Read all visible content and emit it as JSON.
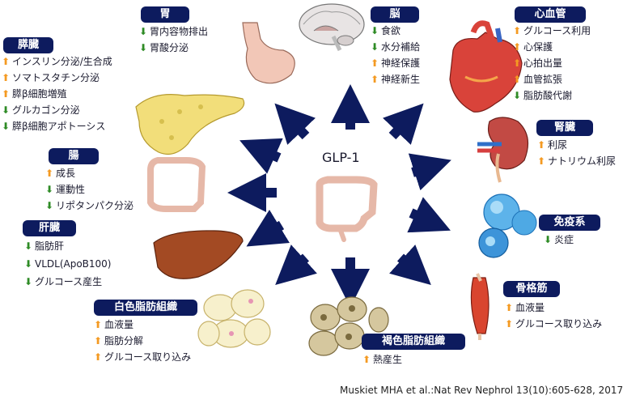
{
  "center": {
    "label": "GLP-1"
  },
  "organs": {
    "stomach": {
      "title": "胃",
      "effects": [
        {
          "dir": "down",
          "text": "胃内容物排出"
        },
        {
          "dir": "down",
          "text": "胃酸分泌"
        }
      ]
    },
    "brain": {
      "title": "脳",
      "effects": [
        {
          "dir": "down",
          "text": "食欲"
        },
        {
          "dir": "down",
          "text": "水分補給"
        },
        {
          "dir": "up",
          "text": "神経保護"
        },
        {
          "dir": "up",
          "text": "神経新生"
        }
      ]
    },
    "heart": {
      "title": "心血管",
      "effects": [
        {
          "dir": "up",
          "text": "グルコース利用"
        },
        {
          "dir": "up",
          "text": "心保護"
        },
        {
          "dir": "up",
          "text": "心拍出量"
        },
        {
          "dir": "up",
          "text": "血管拡張"
        },
        {
          "dir": "down",
          "text": "脂肪酸代謝"
        }
      ]
    },
    "pancreas": {
      "title": "膵臓",
      "effects": [
        {
          "dir": "up",
          "text": "インスリン分泌/生合成"
        },
        {
          "dir": "up",
          "text": "ソマトスタチン分泌"
        },
        {
          "dir": "up",
          "text": "膵β細胞増殖"
        },
        {
          "dir": "down",
          "text": "グルカゴン分泌"
        },
        {
          "dir": "down",
          "text": "膵β細胞アポトーシス"
        }
      ]
    },
    "kidney": {
      "title": "腎臓",
      "effects": [
        {
          "dir": "up",
          "text": "利尿"
        },
        {
          "dir": "up",
          "text": "ナトリウム利尿"
        }
      ]
    },
    "gut": {
      "title": "腸",
      "effects": [
        {
          "dir": "up",
          "text": "成長"
        },
        {
          "dir": "down",
          "text": "運動性"
        },
        {
          "dir": "down",
          "text": "リポタンパク分泌"
        }
      ]
    },
    "immune": {
      "title": "免疫系",
      "effects": [
        {
          "dir": "down",
          "text": "炎症"
        }
      ]
    },
    "liver": {
      "title": "肝臓",
      "effects": [
        {
          "dir": "down",
          "text": "脂肪肝"
        },
        {
          "dir": "down",
          "text": "VLDL(ApoB100)"
        },
        {
          "dir": "down",
          "text": "グルコース産生"
        }
      ]
    },
    "muscle": {
      "title": "骨格筋",
      "effects": [
        {
          "dir": "up",
          "text": "血液量"
        },
        {
          "dir": "up",
          "text": "グルコース取り込み"
        }
      ]
    },
    "wat": {
      "title": "白色脂肪組織",
      "effects": [
        {
          "dir": "up",
          "text": "血液量"
        },
        {
          "dir": "up",
          "text": "脂肪分解"
        },
        {
          "dir": "up",
          "text": "グルコース取り込み"
        }
      ]
    },
    "bat": {
      "title": "褐色脂肪組織",
      "effects": [
        {
          "dir": "up",
          "text": "熱産生"
        }
      ]
    }
  },
  "credit": "Muskiet MHA et al.:Nat Rev Nephrol 13(10):605-628, 2017",
  "colors": {
    "box": "#0d1b5e",
    "arrow_up": "#f49a22",
    "arrow_down": "#2e8b25",
    "big_arrow": "#0d1b5e"
  }
}
